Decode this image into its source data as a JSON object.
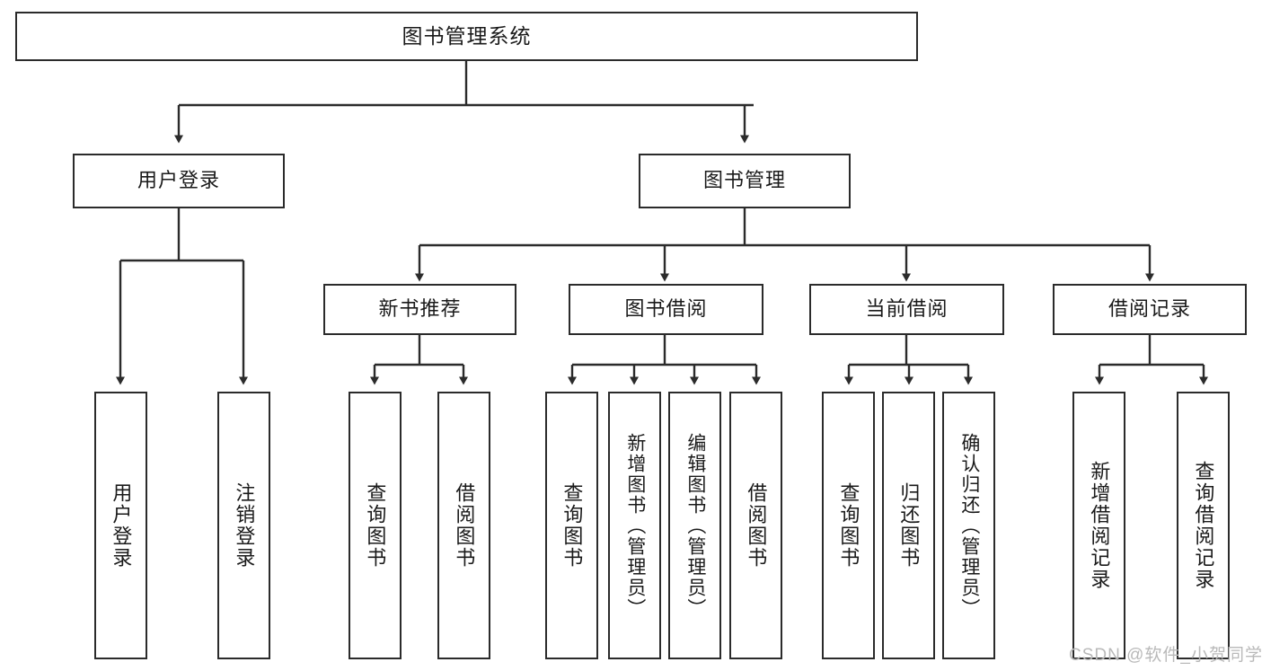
{
  "diagram": {
    "title": "图书管理系统",
    "type": "tree-hierarchy-chart",
    "colors": {
      "stroke": "#2b2b2b",
      "fill": "#ffffff",
      "text": "#1a1a1a",
      "watermark": "#b9b9b9"
    },
    "root": {
      "label": "图书管理系统"
    },
    "level2": [
      {
        "id": "user-login",
        "label": "用户登录"
      },
      {
        "id": "book-manage",
        "label": "图书管理"
      }
    ],
    "level3": [
      {
        "id": "new-book-rec",
        "label": "新书推荐"
      },
      {
        "id": "book-borrow",
        "label": "图书借阅"
      },
      {
        "id": "current-borrow",
        "label": "当前借阅"
      },
      {
        "id": "borrow-record",
        "label": "借阅记录"
      }
    ],
    "leaves": {
      "user-login": [
        {
          "id": "leaf-user-login",
          "label": "用户登录"
        },
        {
          "id": "leaf-logout",
          "label": "注销登录"
        }
      ],
      "new-book-rec": [
        {
          "id": "leaf-query-book-1",
          "label": "查询图书"
        },
        {
          "id": "leaf-borrow-book-1",
          "label": "借阅图书"
        }
      ],
      "book-borrow": [
        {
          "id": "leaf-query-book-2",
          "label": "查询图书"
        },
        {
          "id": "leaf-add-book",
          "label": "新增图书（管理员）"
        },
        {
          "id": "leaf-edit-book",
          "label": "编辑图书（管理员）"
        },
        {
          "id": "leaf-borrow-book-2",
          "label": "借阅图书"
        }
      ],
      "current-borrow": [
        {
          "id": "leaf-query-book-3",
          "label": "查询图书"
        },
        {
          "id": "leaf-return-book",
          "label": "归还图书"
        },
        {
          "id": "leaf-confirm-return",
          "label": "确认归还（管理员）"
        }
      ],
      "borrow-record": [
        {
          "id": "leaf-add-record",
          "label": "新增借阅记录"
        },
        {
          "id": "leaf-query-record",
          "label": "查询借阅记录"
        }
      ]
    },
    "watermark": "CSDN @软件_小贺同学"
  }
}
